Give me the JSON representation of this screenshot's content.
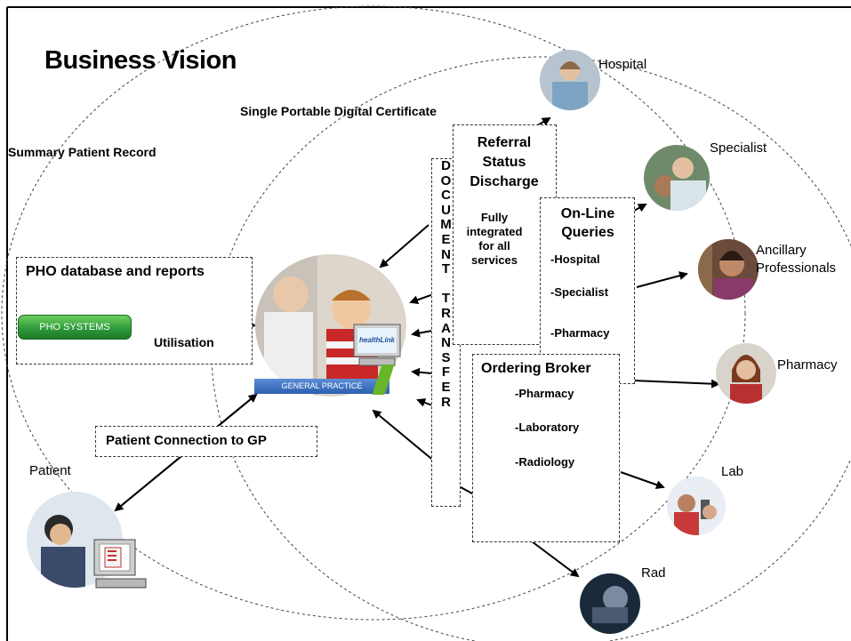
{
  "title": "Business Vision",
  "labels": {
    "certificate": "Single Portable Digital Certificate",
    "summary_record": "Summary Patient Record",
    "pho_database": "PHO database and reports",
    "pho_systems": "PHO SYSTEMS",
    "utilisation": "Utilisation",
    "general_practice": "GENERAL PRACTICE",
    "healthlink": "healthLink",
    "patient_connection": "Patient Connection to GP",
    "patient": "Patient"
  },
  "document_transfer": [
    "D",
    "O",
    "C",
    "U",
    "M",
    "E",
    "N",
    "T",
    "",
    "T",
    "R",
    "A",
    "N",
    "S",
    "F",
    "E",
    "R"
  ],
  "referral_box": {
    "lines": [
      "Referral",
      "Status",
      "Discharge"
    ],
    "sub": [
      "Fully",
      "integrated",
      "for all",
      "services"
    ]
  },
  "online_queries": {
    "title_lines": [
      "On-Line",
      "Queries"
    ],
    "items": [
      "-Hospital",
      "-Specialist",
      "-Pharmacy"
    ]
  },
  "ordering_broker": {
    "title": "Ordering Broker",
    "items": [
      "-Pharmacy",
      "-Laboratory",
      "-Radiology"
    ]
  },
  "destinations": {
    "hospital": "Hospital",
    "specialist": "Specialist",
    "ancillary_1": "Ancillary",
    "ancillary_2": "Professionals",
    "pharmacy": "Pharmacy",
    "lab": "Lab",
    "rad": "Rad"
  },
  "colors": {
    "pho_green": "#2e9a3a",
    "gp_blue": "#2c5fb0",
    "gp_green": "#6ab52a"
  }
}
